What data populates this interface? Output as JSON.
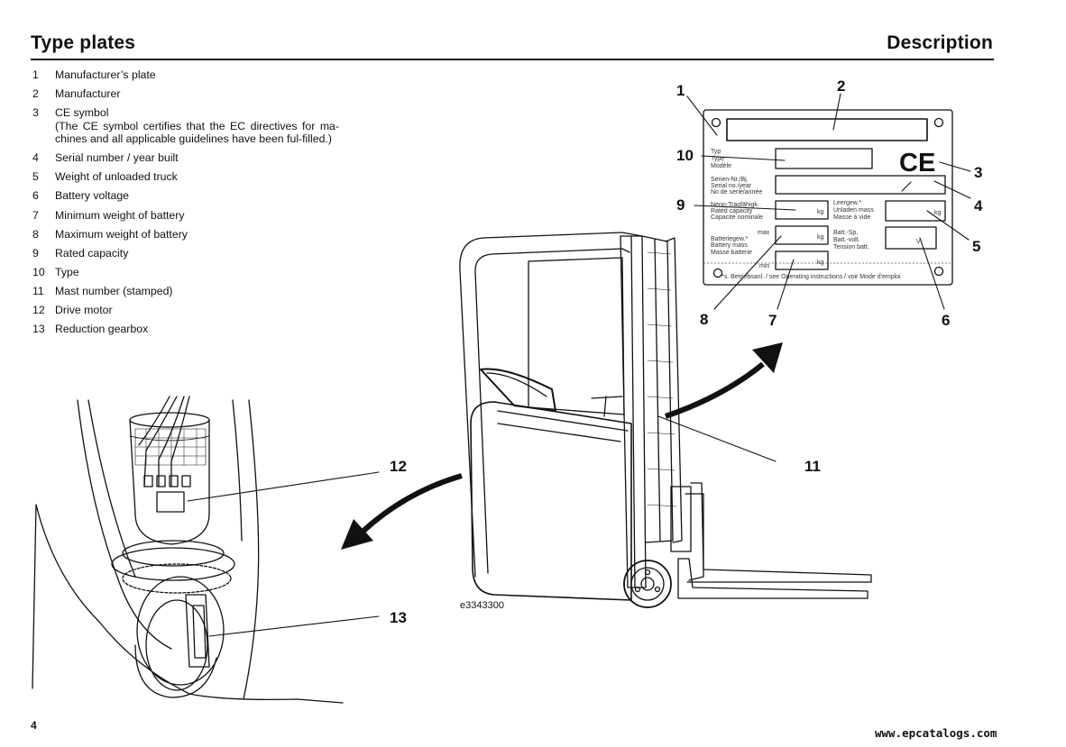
{
  "header": {
    "left_title": "Type plates",
    "right_title": "Description"
  },
  "legend": [
    {
      "num": "1",
      "text": "Manufacturer’s plate"
    },
    {
      "num": "2",
      "text": "Manufacturer"
    },
    {
      "num": "3",
      "text": "CE symbol",
      "detail": "(The CE symbol certifies that the EC directives for ma-chines and all applicable guidelines have been ful-filled.)"
    },
    {
      "num": "4",
      "text": "Serial number / year built"
    },
    {
      "num": "5",
      "text": "Weight of unloaded truck"
    },
    {
      "num": "6",
      "text": "Battery voltage"
    },
    {
      "num": "7",
      "text": "Minimum weight of battery"
    },
    {
      "num": "8",
      "text": "Maximum weight of battery"
    },
    {
      "num": "9",
      "text": "Rated capacity"
    },
    {
      "num": "10",
      "text": "Type"
    },
    {
      "num": "11",
      "text": "Mast number (stamped)"
    },
    {
      "num": "12",
      "text": "Drive motor"
    },
    {
      "num": "13",
      "text": "Reduction gearbox"
    }
  ],
  "plate": {
    "callouts": [
      "1",
      "2",
      "3",
      "4",
      "5",
      "6",
      "7",
      "8",
      "9",
      "10"
    ],
    "ce_mark": "CE",
    "type_label": [
      "Typ",
      "Type",
      "Modèle"
    ],
    "serial_label": [
      "Serien-Nr./Bj.",
      "Serial no./year",
      "No de série/année"
    ],
    "capacity_label": [
      "Nenn-Tragfähigk.",
      "Rated capacity",
      "Capacité nominale"
    ],
    "battery_weight_label": [
      "Batteriegew.*",
      "Battery mass",
      "Masse batterie"
    ],
    "unladen_label": [
      "Leergew.*",
      "Unladen mass",
      "Masse à vide"
    ],
    "battery_voltage_label": [
      "Batt.-Sp.",
      "Batt.-volt.",
      "Tension batt."
    ],
    "max": "max",
    "min": "min",
    "kg": "kg",
    "volt": "V",
    "footer_note": "*s. Betriebsanl. / see Operating instructions / voir Mode d'emploi"
  },
  "truck": {
    "callout": "11",
    "figure_code": "e3343300"
  },
  "detail": {
    "callouts": [
      "12",
      "13"
    ]
  },
  "page_number": "4",
  "watermark": "www.epcatalogs.com"
}
